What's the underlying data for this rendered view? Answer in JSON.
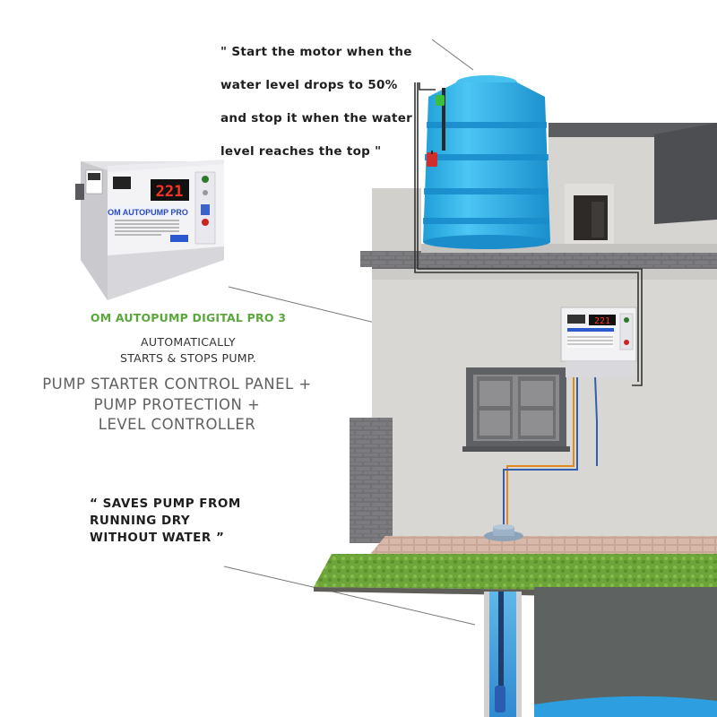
{
  "annotations": {
    "motor_note_lines": [
      "\" Start the motor when the",
      "water level drops to 50%",
      "and stop it when the water",
      "level reaches the top \""
    ],
    "product_name": "OM AUTOPUMP DIGITAL PRO 3",
    "auto_lines": [
      "AUTOMATICALLY",
      "STARTS & STOPS PUMP."
    ],
    "feature_lines": [
      "PUMP STARTER CONTROL PANEL +",
      "PUMP PROTECTION +",
      "LEVEL CONTROLLER"
    ],
    "dry_run_lines": [
      "“ SAVES PUMP FROM",
      "RUNNING DRY",
      "WITHOUT WATER ”"
    ]
  },
  "panel": {
    "display_value": "221",
    "brand_title": "OM AUTOPUMP PRO"
  },
  "colors": {
    "accent_green": "#5aa83c",
    "tank_blue": "#2fb4ea",
    "wall_grey": "#d9d7d4",
    "brick_grey": "#6f6f72",
    "display_red": "#ff3322"
  }
}
